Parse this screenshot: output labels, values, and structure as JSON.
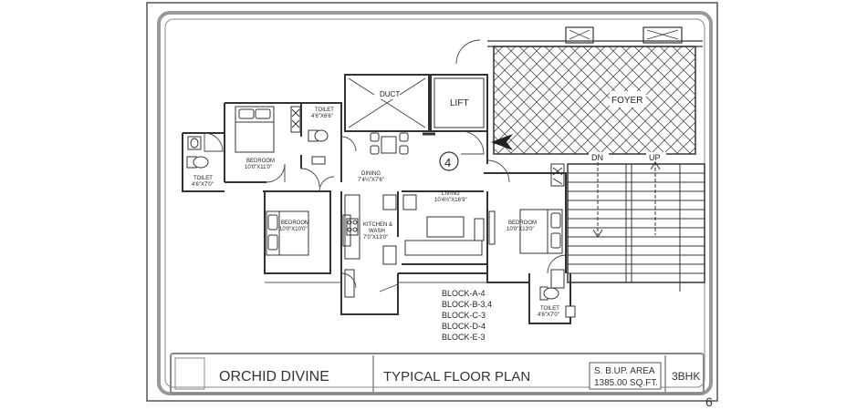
{
  "plan": {
    "rooms": {
      "duct": "DUCT",
      "lift": "LIFT",
      "foyer": "FOYER",
      "unit_number": "4",
      "toilet_top": {
        "name": "TOILET",
        "size": "4'6\"X6'6\""
      },
      "bedroom_main": {
        "name": "BEDROOM",
        "size": "10'0\"X11'0\""
      },
      "toilet_left": {
        "name": "TOILET",
        "size": "4'6\"X7'0\""
      },
      "dining": {
        "name": "DINING",
        "size": "7'4½\"X7'6\""
      },
      "living": {
        "name": "LIVING",
        "size": "10'4½\"X16'9\""
      },
      "bedroom_mid": {
        "name": "BEDROOM",
        "size": "10'0\"X10'0\""
      },
      "kitchen": {
        "name": "KITCHEN &",
        "name2": "WASH",
        "size": "7'0\"X13'0\""
      },
      "bedroom_right": {
        "name": "BEDROOM",
        "size": "10'0\"X13'0\""
      },
      "toilet_right": {
        "name": "TOILET",
        "size": "4'6\"X7'0\""
      }
    },
    "stair": {
      "down": "DN",
      "up": "UP"
    },
    "blocks": [
      "BLOCK-A-4",
      "BLOCK-B-3,4",
      "BLOCK-C-3",
      "BLOCK-D-4",
      "BLOCK-E-3"
    ]
  },
  "title_block": {
    "project": "ORCHID DIVINE",
    "drawing": "TYPICAL FLOOR PLAN",
    "area_label": "S. B.UP. AREA",
    "area_value": "1385.00 SQ.FT.",
    "type": "3BHK"
  },
  "page_number": "6",
  "colors": {
    "line": "#333333",
    "frame": "#999999"
  }
}
